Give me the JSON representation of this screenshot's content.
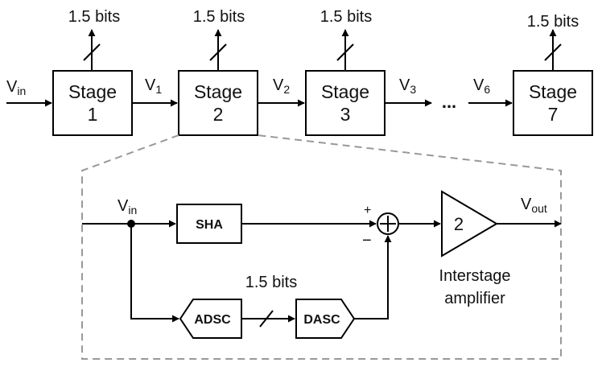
{
  "top_chain": {
    "bits_label": "1.5 bits",
    "input_label": {
      "main": "V",
      "sub": "in"
    },
    "stages": [
      {
        "word": "Stage",
        "num": "1"
      },
      {
        "word": "Stage",
        "num": "2"
      },
      {
        "word": "Stage",
        "num": "3"
      },
      {
        "word": "Stage",
        "num": "7"
      }
    ],
    "links": [
      {
        "main": "V",
        "sub": "1"
      },
      {
        "main": "V",
        "sub": "2"
      },
      {
        "main": "V",
        "sub": "3"
      },
      {
        "main": "V",
        "sub": "6"
      }
    ],
    "ellipsis": "..."
  },
  "detail": {
    "input_label": {
      "main": "V",
      "sub": "in"
    },
    "output_label": {
      "main": "V",
      "sub": "out"
    },
    "sha_label": "SHA",
    "adsc_label": "ADSC",
    "dasc_label": "DASC",
    "bits_label": "1.5 bits",
    "summer_plus": "+",
    "summer_minus": "−",
    "amp_gain": "2",
    "amp_caption_line1": "Interstage",
    "amp_caption_line2": "amplifier"
  },
  "colors": {
    "line": "#000000",
    "dashed_outline": "#999999"
  }
}
